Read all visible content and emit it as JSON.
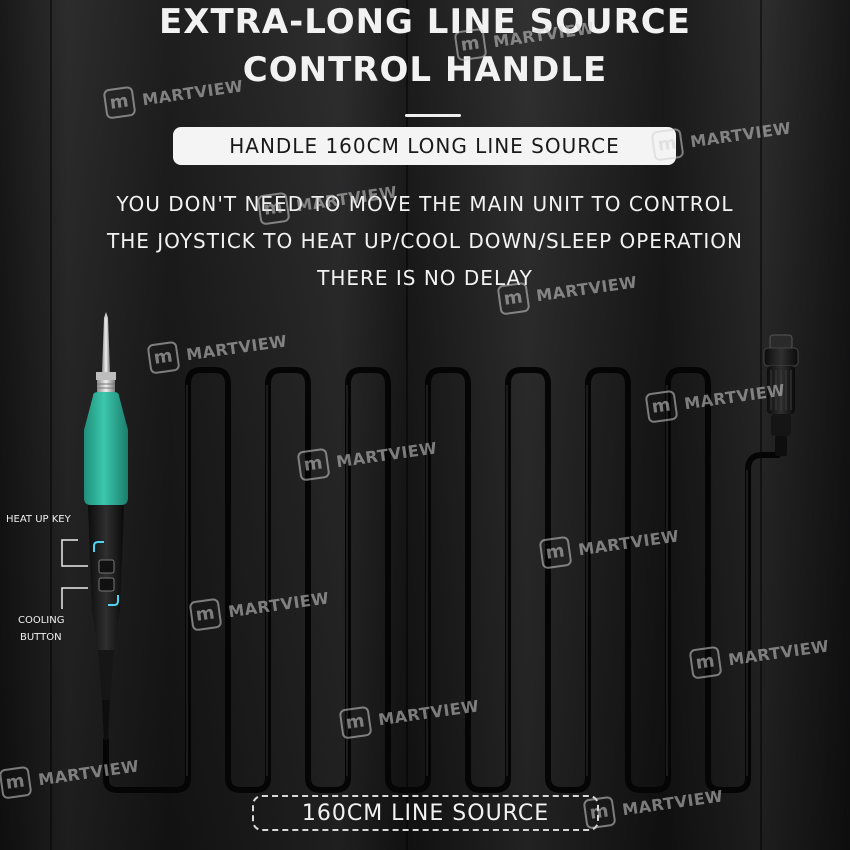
{
  "title": {
    "line1": "EXTRA-LONG LINE SOURCE",
    "line2": "CONTROL HANDLE"
  },
  "subtitle_pill": "HANDLE 160CM LONG LINE SOURCE",
  "description": {
    "line1": "YOU DON'T NEED TO MOVE THE MAIN UNIT TO CONTROL",
    "line2": "THE JOYSTICK TO HEAT UP/COOL DOWN/SLEEP OPERATION",
    "line3": "THERE IS NO DELAY"
  },
  "labels": {
    "heat_up_key": "HEAT UP KEY",
    "cooling_line1": "COOLING",
    "cooling_line2": "BUTTON"
  },
  "bottom_pill": "160CM LINE SOURCE",
  "watermark": {
    "text": "MARTVIEW",
    "logo_glyph": "m"
  },
  "colors": {
    "handle_grip": "#2fb39a",
    "accent_glow": "#4fd3f0",
    "cable": "#050505"
  }
}
